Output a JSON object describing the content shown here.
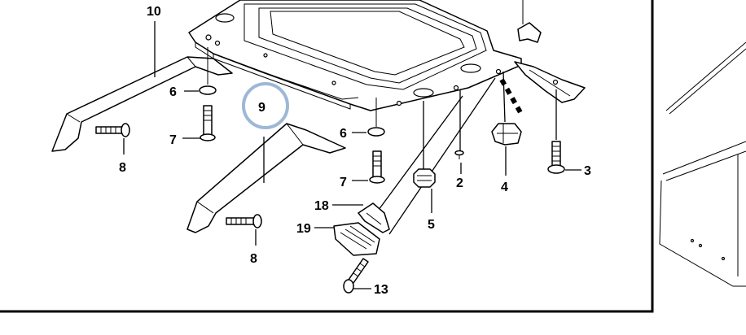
{
  "callouts": {
    "c10": "10",
    "c6a": "6",
    "c7a": "7",
    "c8a": "8",
    "c9": "9",
    "c6b": "6",
    "c7b": "7",
    "c18": "18",
    "c19": "19",
    "c8b": "8",
    "c13": "13",
    "c2": "2",
    "c5": "5",
    "c4": "4",
    "c3": "3"
  },
  "highlight_color": "#9db8d6",
  "line_color": "#000000"
}
